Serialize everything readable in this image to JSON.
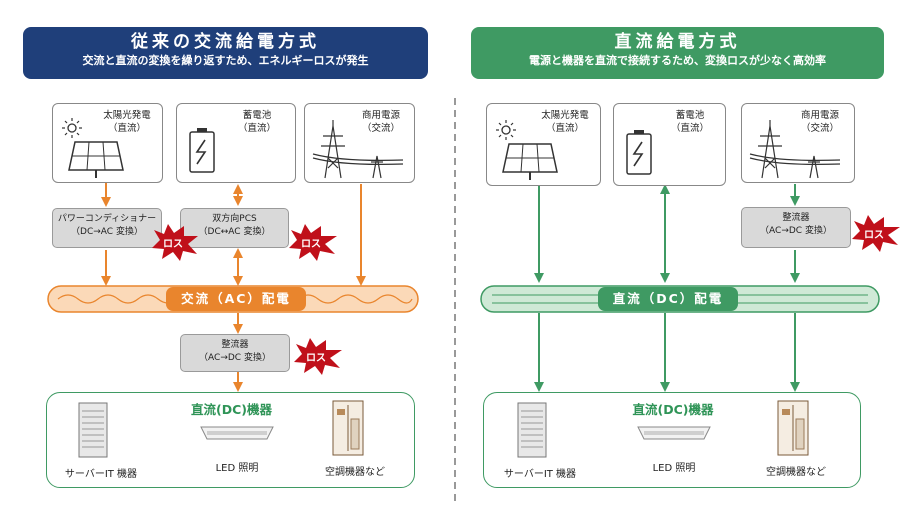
{
  "left": {
    "title": "従来の交流給電方式",
    "subtitle": "交流と直流の変換を繰り返すため、エネルギーロスが発生",
    "sources": [
      {
        "name": "太陽光発電",
        "type": "（直流）"
      },
      {
        "name": "蓄電池",
        "type": "（直流）"
      },
      {
        "name": "商用電源",
        "type": "（交流）"
      }
    ],
    "conv1": {
      "name": "パワーコンディショナー",
      "desc": "（DC→AC 変換）"
    },
    "conv2": {
      "name": "双方向PCS",
      "desc": "（DC↔AC 変換）"
    },
    "bus": "交流（AC）配電",
    "rectifier": {
      "name": "整流器",
      "desc": "（AC→DC 変換）"
    },
    "loss": "ロス",
    "devices_title": "直流(DC)機器",
    "devices": [
      "サーバーIT 機器",
      "LED 照明",
      "空調機器など"
    ]
  },
  "right": {
    "title": "直流給電方式",
    "subtitle": "電源と機器を直流で接続するため、変換ロスが少なく高効率",
    "sources": [
      {
        "name": "太陽光発電",
        "type": "（直流）"
      },
      {
        "name": "蓄電池",
        "type": "（直流）"
      },
      {
        "name": "商用電源",
        "type": "（交流）"
      }
    ],
    "rectifier": {
      "name": "整流器",
      "desc": "（AC→DC 変換）"
    },
    "bus": "直流（DC）配電",
    "loss": "ロス",
    "devices_title": "直流(DC)機器",
    "devices": [
      "サーバーIT 機器",
      "LED 照明",
      "空調機器など"
    ]
  },
  "colors": {
    "left_header": "#1f3f7a",
    "right_header": "#3f9a63",
    "ac_orange": "#e9852d",
    "dc_green": "#3f9a63",
    "loss_red": "#c0101a"
  }
}
